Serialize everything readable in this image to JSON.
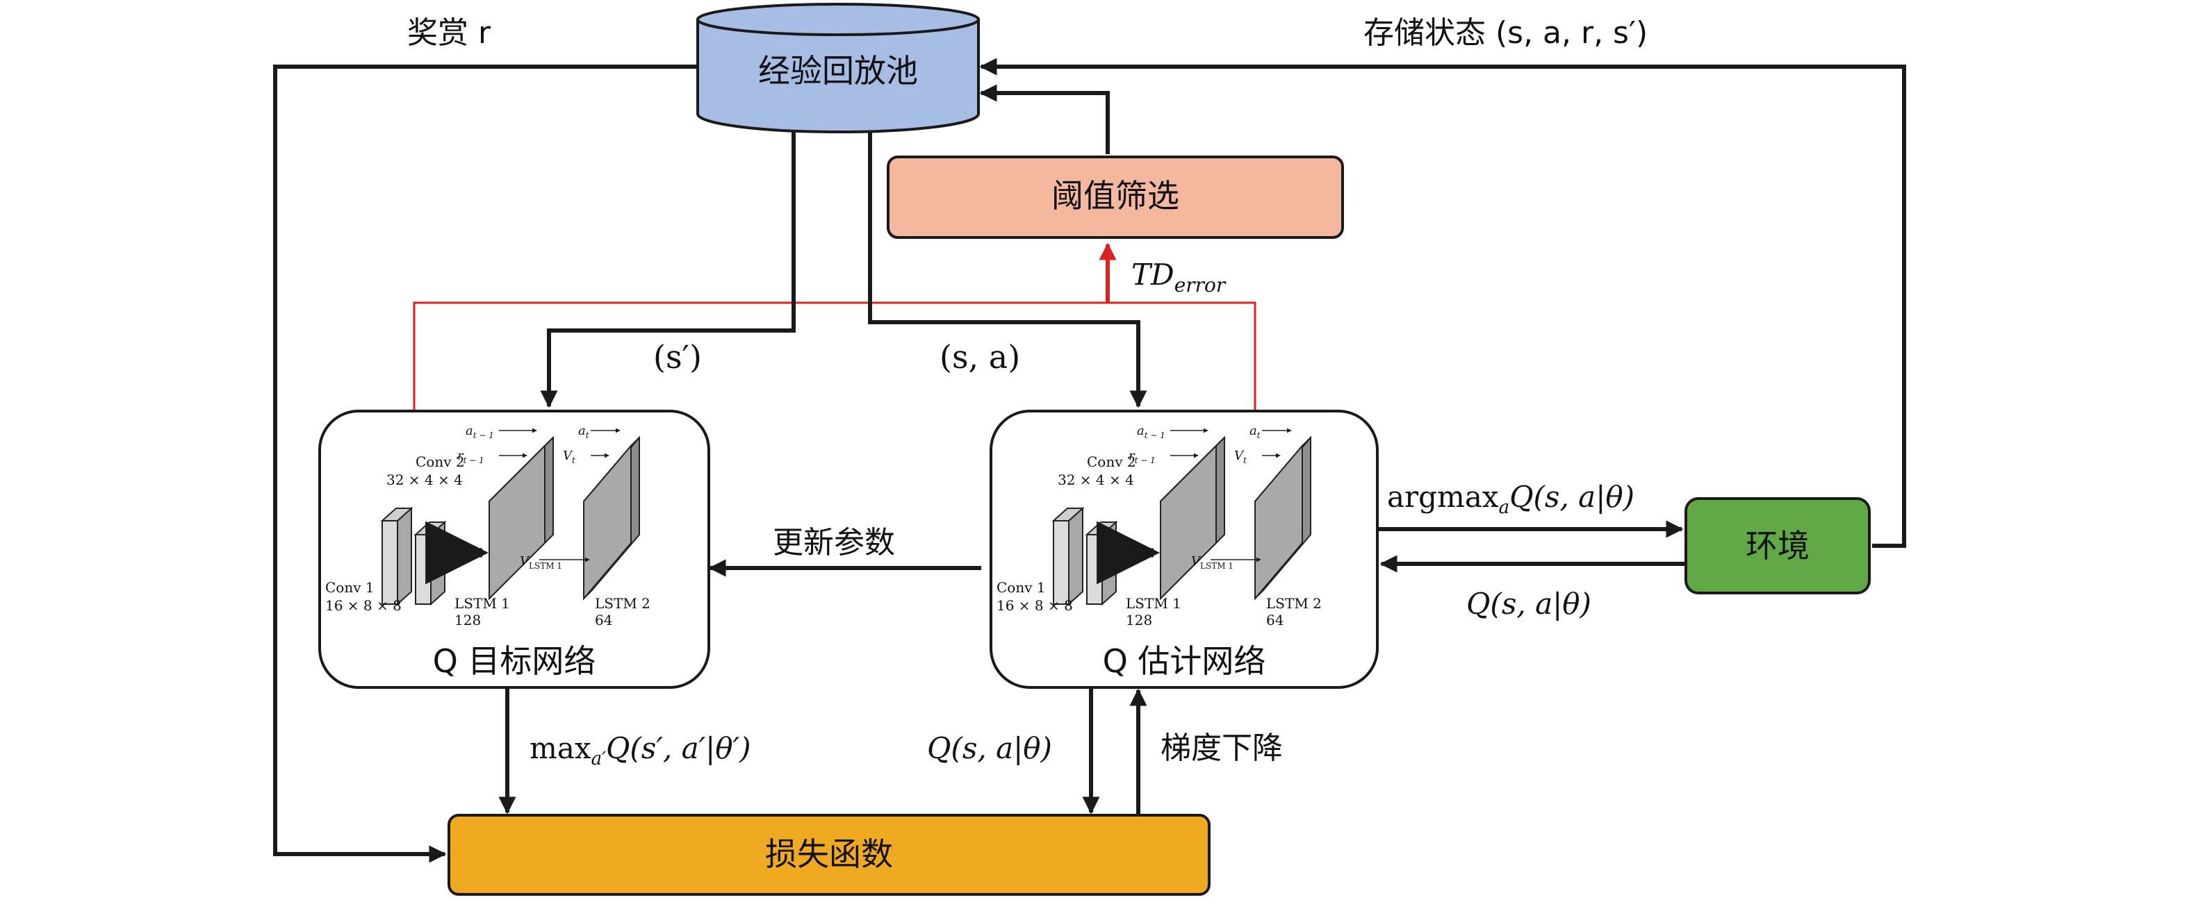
{
  "colors": {
    "replay_fill": "#a7bde4",
    "threshold_fill": "#f4b8a0",
    "env_fill": "#63a847",
    "loss_fill": "#f0aa22",
    "td_line": "#dd2222",
    "arrow": "#1a1a1a"
  },
  "nodes": {
    "replay": "经验回放池",
    "threshold": "阈值筛选",
    "target_net": "Q 目标网络",
    "estimate_net": "Q 估计网络",
    "env": "环境",
    "loss": "损失函数"
  },
  "edge_labels": {
    "reward": "奖赏 r",
    "store_state": "存储状态 (s, a, r, s′)",
    "td_error_main": "TD",
    "td_error_sub": "error",
    "s_prime": "(s′)",
    "s_a": "(s, a)",
    "update_params": "更新参数",
    "argmax_main": "argmax",
    "argmax_sub": "a",
    "argmax_rest": "Q(s, a|θ)",
    "q_back": "Q(s, a|θ)",
    "max_main": "max",
    "max_sub": "a′",
    "max_rest": "Q(s′, a′|θ′)",
    "q_loss": "Q(s, a|θ)",
    "gradient": "梯度下降"
  },
  "network": {
    "conv1": "Conv 1",
    "conv1_dim": "16 × 8 × 8",
    "conv2": "Conv 2",
    "conv2_dim": "32 × 4 × 4",
    "lstm1": "LSTM 1",
    "lstm1_dim": "128",
    "lstm2": "LSTM 2",
    "lstm2_dim": "64",
    "in_a_prev": "a",
    "in_a_prev_sub": "t − 1",
    "in_r_prev": "r",
    "in_r_prev_sub": "t − 1",
    "in_a": "a",
    "in_a_sub": "t",
    "in_v": "V",
    "in_v_sub": "t",
    "v_lstm": "V",
    "v_lstm_sub": "LSTM 1"
  }
}
